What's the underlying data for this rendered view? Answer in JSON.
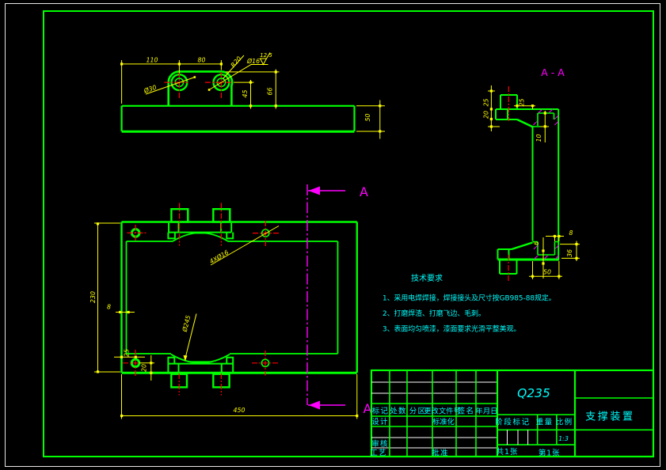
{
  "colors": {
    "background": "#000000",
    "outline_green": "#00ff00",
    "dimension_yellow": "#ffff00",
    "centerline_red": "#ff0000",
    "section_magenta": "#ff00ff",
    "annotation_cyan": "#00ffff",
    "frame_white": "#ffffff"
  },
  "front_view": {
    "dim_110": "110",
    "dim_80": "80",
    "dim_45": "45",
    "dim_66": "66",
    "dim_50": "50",
    "leader_dia30": "Ø30",
    "leader_r20": "R20",
    "leader_dia16": "Ø16",
    "roughness_value": "12.5"
  },
  "top_view": {
    "dim_230": "230",
    "dim_450": "450",
    "dim_8": "8",
    "dim_25": "25",
    "dim_20": "20",
    "leader_holes": "4XØ16",
    "leader_arc": "Ø245"
  },
  "section_view": {
    "label": "A - A",
    "dim_25_left": "25",
    "dim_20_left": "20",
    "dim_25_top": "25",
    "dim_10": "10",
    "dim_8": "8",
    "dim_6": "6",
    "dim_36": "36",
    "dim_50": "50"
  },
  "cutting_line": {
    "label_top": "A",
    "label_bottom": "A"
  },
  "tech_requirements": {
    "title": "技术要求",
    "item_1": "1、采用电焊焊接，焊接接头及尺寸按GB985-88规定。",
    "item_2": "2、打磨焊渣、打磨飞边、毛刺。",
    "item_3": "3、表面均匀喷漆，漆面要求光滑平整美观。"
  },
  "title_block": {
    "material": "Q235",
    "part_name": "支撑装置",
    "header_mark": "标记",
    "header_count": "处数",
    "header_zone": "分区",
    "header_doc_no": "更改文件号",
    "header_sign": "签名",
    "header_date": "年月日",
    "row_design": "设计",
    "row_standardize": "标准化",
    "row_review": "审核",
    "row_process": "工艺",
    "row_approve": "批准",
    "stage_mark": "阶段标记",
    "weight": "重量",
    "scale_label": "比例",
    "scale_value": "1:3",
    "sheets_total": "共1张",
    "sheet_no": "第1张"
  }
}
